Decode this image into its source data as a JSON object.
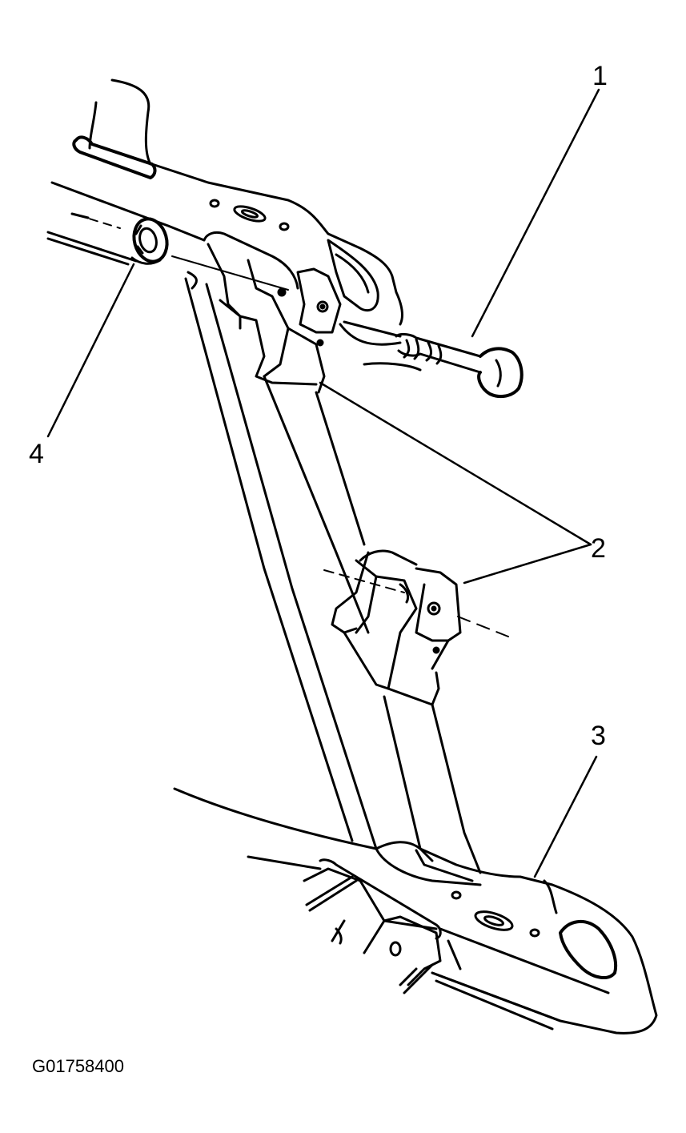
{
  "figure": {
    "id": "G01758400",
    "colors": {
      "ink": "#000000",
      "paper": "#ffffff"
    }
  },
  "callouts": [
    {
      "number": "1",
      "part": "bolt"
    },
    {
      "number": "2",
      "part": "brackets"
    },
    {
      "number": "3",
      "part": "frame rail"
    },
    {
      "number": "4",
      "part": "bushing"
    }
  ]
}
